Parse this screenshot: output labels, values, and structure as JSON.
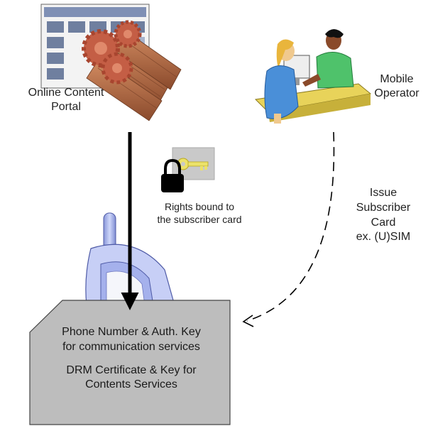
{
  "nodes": {
    "portal": {
      "lines": [
        "Online Content",
        "Portal"
      ]
    },
    "operator": {
      "lines": [
        "Mobile",
        "Operator"
      ]
    }
  },
  "rights_label": {
    "lines": [
      "Rights bound to",
      "the subscriber card"
    ]
  },
  "issue_label": {
    "lines": [
      "Issue",
      "Subscriber",
      "Card",
      "ex. (U)SIM"
    ]
  },
  "card": {
    "communication": {
      "lines": [
        "Phone Number & Auth. Key",
        "for communication services"
      ]
    },
    "drm": {
      "lines": [
        "DRM Certificate & Key for",
        "Contents Services"
      ]
    }
  },
  "colors": {
    "card_fill": "#bdbdbd",
    "phone_blue": "#aab8ee",
    "gear_orange": "#c86a4f",
    "key_yellow": "#ece26a",
    "person_blue": "#4a8fd8",
    "person_green": "#4fc26b"
  }
}
